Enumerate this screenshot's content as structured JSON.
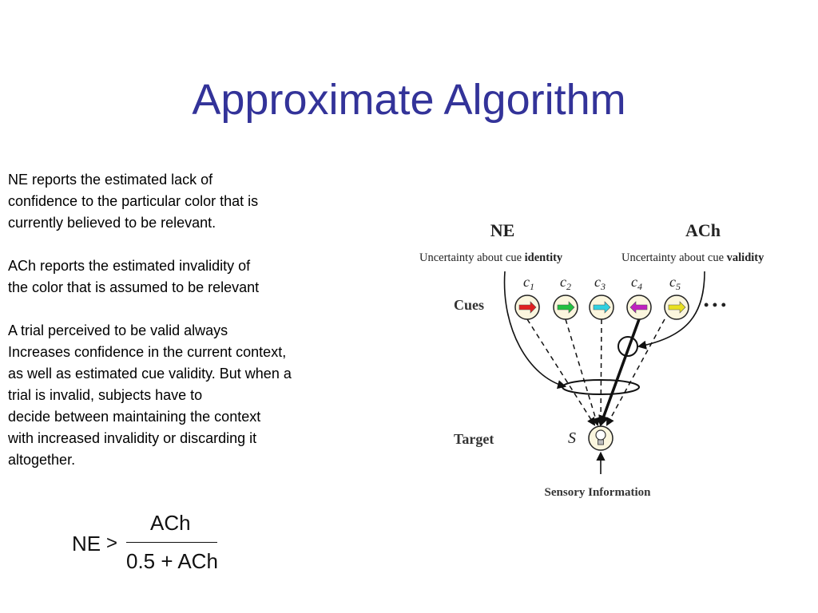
{
  "slide": {
    "title": "Approximate Algorithm",
    "paragraph1": [
      "NE reports the estimated lack of",
      "confidence to the particular color that is",
      "currently believed to be relevant."
    ],
    "paragraph2": [
      "ACh reports the estimated invalidity of",
      "the color that is assumed to be relevant"
    ],
    "paragraph3": [
      "A trial perceived to be valid always",
      "Increases confidence in the current context,",
      "as well as estimated cue validity. But when a",
      "trial is invalid, subjects have to",
      "decide between maintaining the context",
      "with increased invalidity or discarding it",
      "altogether."
    ]
  },
  "diagram": {
    "ne_label": "NE",
    "ach_label": "ACh",
    "ne_sub_prefix": "Uncertainty about cue ",
    "ne_sub_bold": "identity",
    "ach_sub_prefix": "Uncertainty about cue ",
    "ach_sub_bold": "validity",
    "cues_label": "Cues",
    "target_label": "Target",
    "target_symbol": "S",
    "sensory_label": "Sensory Information",
    "ellipsis": "• • •",
    "cue_letter": "c",
    "cues": [
      {
        "sub": "1",
        "color": "#e02020",
        "direction": "right"
      },
      {
        "sub": "2",
        "color": "#22c040",
        "direction": "right"
      },
      {
        "sub": "3",
        "color": "#30d0e0",
        "direction": "right"
      },
      {
        "sub": "4",
        "color": "#c020c0",
        "direction": "left"
      },
      {
        "sub": "5",
        "color": "#e8e020",
        "direction": "right"
      }
    ]
  },
  "formula": {
    "lhs": "NE",
    "op": ">",
    "numerator": "ACh",
    "denominator": "0.5 + ACh"
  }
}
